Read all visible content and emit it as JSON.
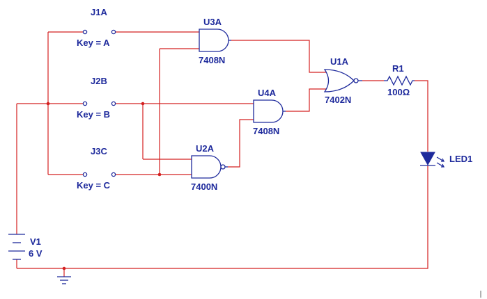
{
  "switches": {
    "j1a": {
      "name": "J1A",
      "key": "Key = A"
    },
    "j2b": {
      "name": "J2B",
      "key": "Key = B"
    },
    "j3c": {
      "name": "J3C",
      "key": "Key = C"
    }
  },
  "gates": {
    "u3a": {
      "name": "U3A",
      "part": "7408N"
    },
    "u4a": {
      "name": "U4A",
      "part": "7408N"
    },
    "u2a": {
      "name": "U2A",
      "part": "7400N"
    },
    "u1a": {
      "name": "U1A",
      "part": "7402N"
    }
  },
  "resistor": {
    "name": "R1",
    "value": "100Ω"
  },
  "led": {
    "name": "LED1"
  },
  "battery": {
    "name": "V1",
    "voltage": "6 V"
  },
  "colors": {
    "wire": "#d42020",
    "component": "#1e2a9c"
  }
}
